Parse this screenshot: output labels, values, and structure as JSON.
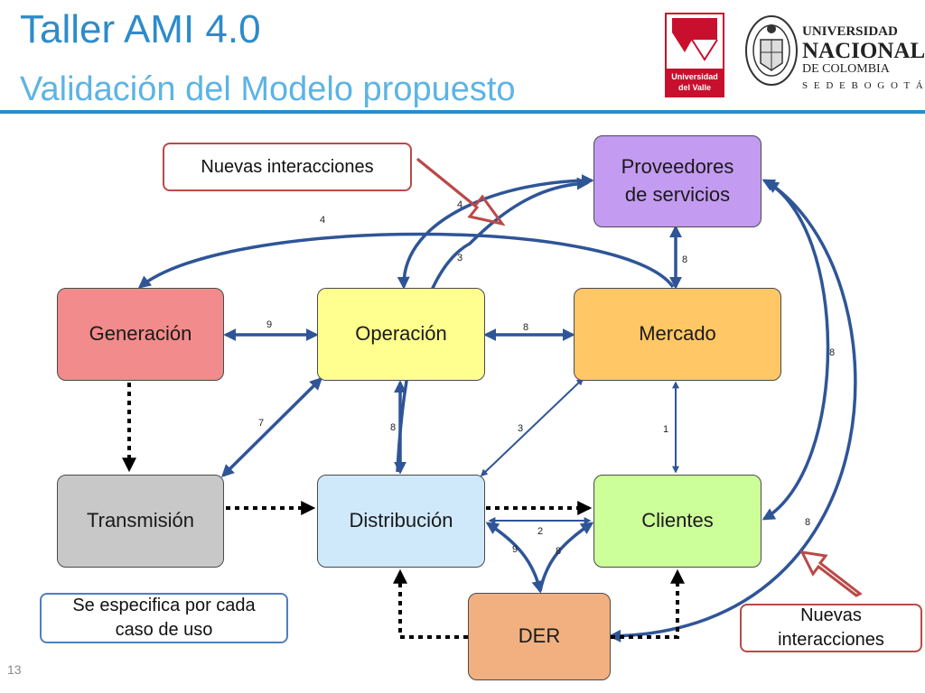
{
  "slide": {
    "title": "Taller AMI 4.0",
    "subtitle": "Validación del Modelo propuesto",
    "page_number": "13"
  },
  "logos": {
    "univalle": {
      "line1": "Universidad",
      "line2": "del Valle"
    },
    "unal": {
      "line1": "UNIVERSIDAD",
      "line2": "NACIONAL",
      "line3": "DE COLOMBIA",
      "line4": "S E D E  B O G O T Á"
    }
  },
  "nodes": {
    "proveedores": {
      "label": "Proveedores de servicios",
      "color": "#C39BF0"
    },
    "generacion": {
      "label": "Generación",
      "color": "#F28B8B"
    },
    "operacion": {
      "label": "Operación",
      "color": "#FFFF8F"
    },
    "mercado": {
      "label": "Mercado",
      "color": "#FFC766"
    },
    "transmision": {
      "label": "Transmisión",
      "color": "#C8C8C8"
    },
    "distribucion": {
      "label": "Distribución",
      "color": "#CFE9FB"
    },
    "clientes": {
      "label": "Clientes",
      "color": "#CCFF99"
    },
    "der": {
      "label": "DER",
      "color": "#F2B080"
    }
  },
  "callouts": {
    "nuevas_top": "Nuevas interacciones",
    "nuevas_bottom": "Nuevas interacciones",
    "caso_uso": "Se especifica por cada caso de uso"
  },
  "edge_labels": {
    "gen_mer_4": "4",
    "prov_op_4": "4",
    "prov_op_3": "3",
    "prov_mer_8": "8",
    "gen_op_9": "9",
    "op_mer_8": "8",
    "prov_cli_8": "8",
    "tra_op_7": "7",
    "op_dis_8": "8",
    "dis_mer_3": "3",
    "mer_cli_1": "1",
    "dis_der_2": "2",
    "dis_der_9": "9",
    "cli_der_8": "8",
    "prov_der_8": "8"
  },
  "colors": {
    "arrow": "#2F5597",
    "dotted": "#000000",
    "title": "#2E8BC9",
    "callout_border": "#B94A48",
    "note_border": "#4F7FC0"
  }
}
